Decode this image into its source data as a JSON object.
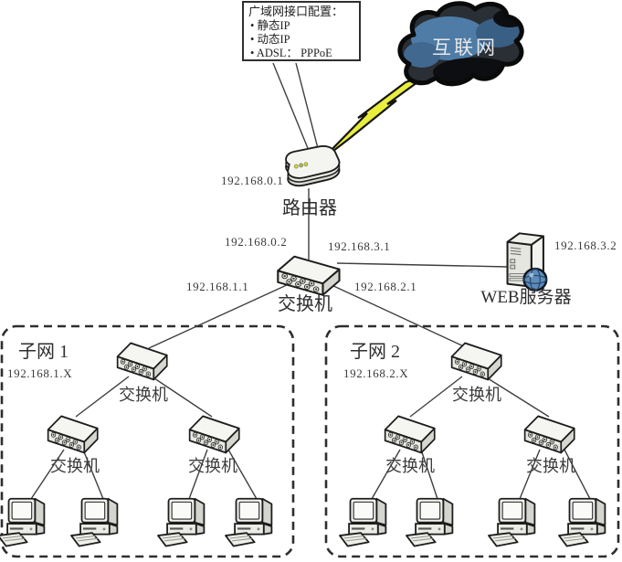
{
  "diagram": {
    "callout": {
      "title": "广域网接口配置：",
      "items": [
        "• 静态IP",
        "• 动态IP",
        "• ADSL： PPPoE"
      ]
    },
    "internet": {
      "label": "互联网"
    },
    "router": {
      "ip": "192.168.0.1",
      "label": "路由器"
    },
    "core_switch": {
      "label": "交换机",
      "ip_from_router": "192.168.0.2",
      "ip_to_web": "192.168.3.1",
      "ip_to_subnet1": "192.168.1.1",
      "ip_to_subnet2": "192.168.2.1"
    },
    "web_server": {
      "label": "WEB服务器",
      "ip": "192.168.3.2"
    },
    "subnets": [
      {
        "title": "子网 1",
        "range": "192.168.1.X",
        "top_switch": "交换机",
        "left_switch": "交换机",
        "right_switch": "交换机"
      },
      {
        "title": "子网 2",
        "range": "192.168.2.X",
        "top_switch": "交换机",
        "left_switch": "交换机",
        "right_switch": "交换机"
      }
    ],
    "colors": {
      "lightning": "#e9ee3d",
      "cloud_base": "#2a2f36",
      "cloud_blue": "#4e7ca6",
      "cloud_blue_dark": "#3a5f84",
      "cloud_highlight": "#41688e",
      "cloud_shadow": "#0c0e11",
      "line": "#3f3f3f"
    }
  }
}
